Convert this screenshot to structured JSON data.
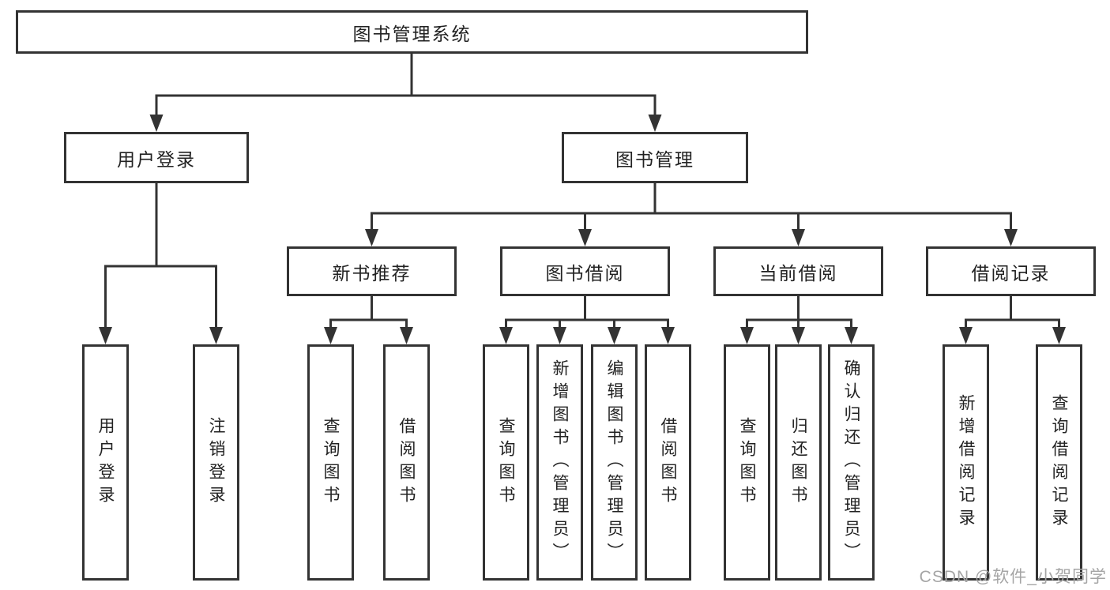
{
  "tree": {
    "label": "图书管理系统",
    "children": [
      {
        "label": "用户登录",
        "children": [
          {
            "label": "用户登录"
          },
          {
            "label": "注销登录"
          }
        ]
      },
      {
        "label": "图书管理",
        "children": [
          {
            "label": "新书推荐",
            "children": [
              {
                "label": "查询图书"
              },
              {
                "label": "借阅图书"
              }
            ]
          },
          {
            "label": "图书借阅",
            "children": [
              {
                "label": "查询图书"
              },
              {
                "label": "新增图书（管理员）"
              },
              {
                "label": "编辑图书（管理员）"
              },
              {
                "label": "借阅图书"
              }
            ]
          },
          {
            "label": "当前借阅",
            "children": [
              {
                "label": "查询图书"
              },
              {
                "label": "归还图书"
              },
              {
                "label": "确认归还（管理员）"
              }
            ]
          },
          {
            "label": "借阅记录",
            "children": [
              {
                "label": "新增借阅记录"
              },
              {
                "label": "查询借阅记录"
              }
            ]
          }
        ]
      }
    ]
  },
  "watermark": {
    "text": "CSDN @软件_小贺同学"
  },
  "colors": {
    "line": "#333333",
    "box_border": "#333333",
    "text": "#222222",
    "background": "#ffffff",
    "watermark": "#a5a5a5"
  }
}
